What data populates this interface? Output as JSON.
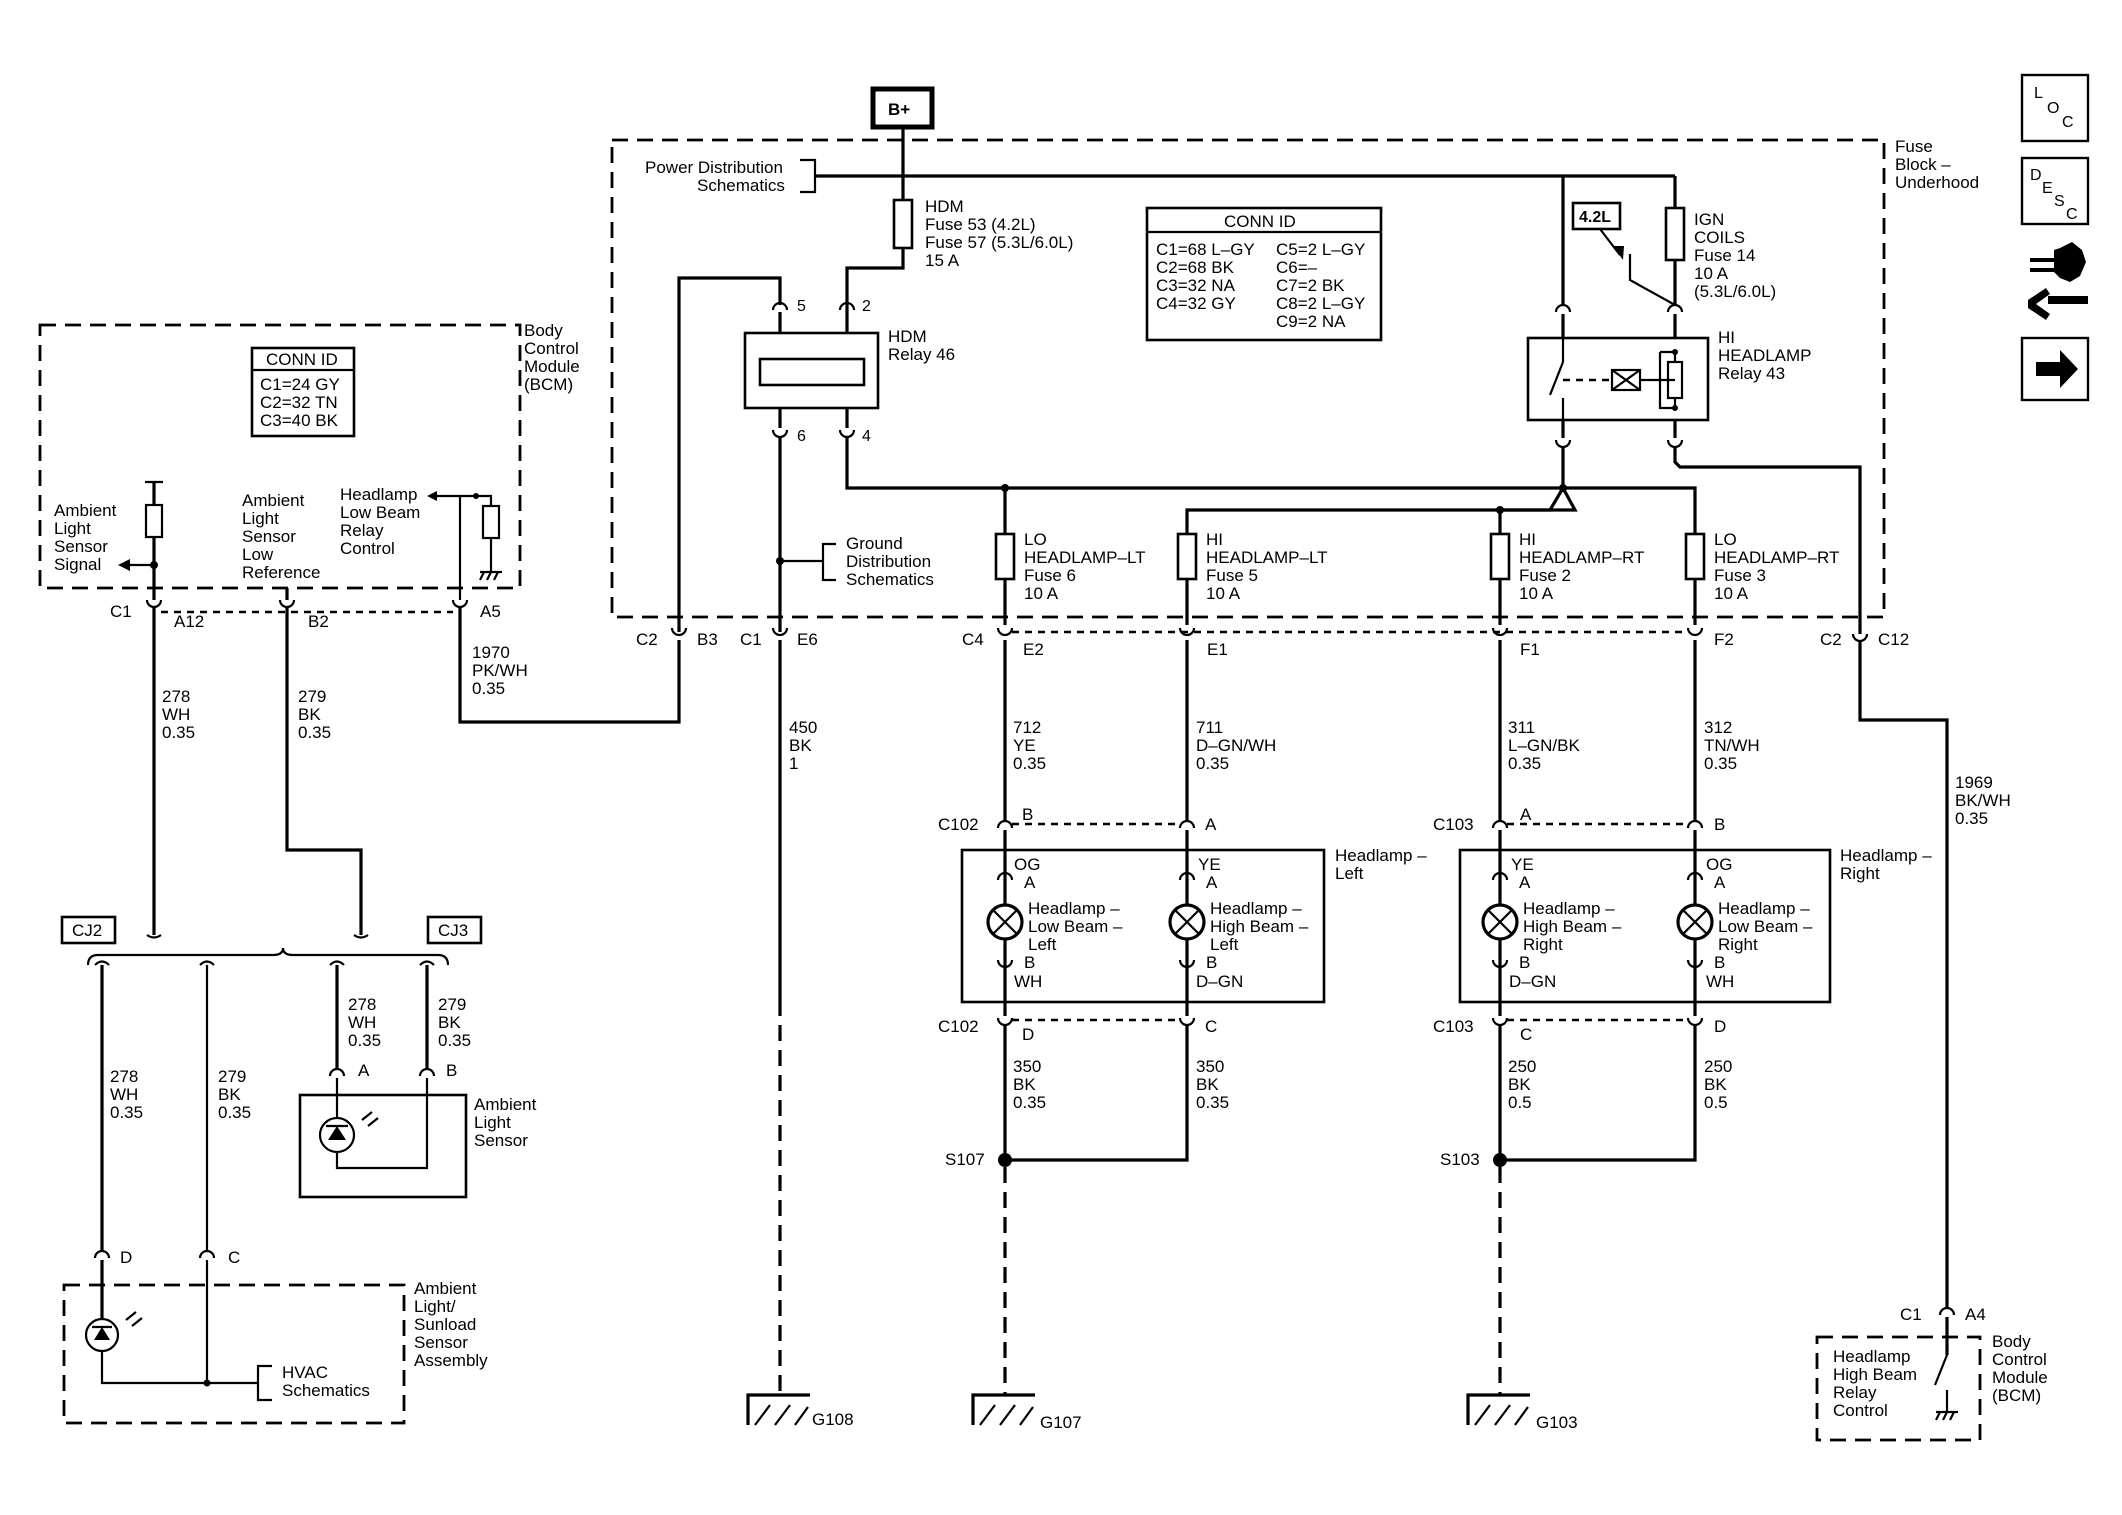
{
  "battery": {
    "label": "B+"
  },
  "power_dist": {
    "line1": "Power Distribution",
    "line2": "Schematics"
  },
  "fuse_block": {
    "line1": "Fuse",
    "line2": "Block –",
    "line3": "Underhood"
  },
  "hdm_fuse": {
    "line1": "HDM",
    "line2": "Fuse 53 (4.2L)",
    "line3": "Fuse 57 (5.3L/6.0L)",
    "line4": "15 A"
  },
  "conn_id_fuse": {
    "title": "CONN ID",
    "left": [
      "C1=68 L–GY",
      "C2=68 BK",
      "C3=32 NA",
      "C4=32 GY"
    ],
    "right": [
      "C5=2 L–GY",
      "C6=–",
      "C7=2 BK",
      "C8=2 L–GY",
      "C9=2 NA"
    ]
  },
  "conn_id_bcm": {
    "title": "CONN ID",
    "rows": [
      "C1=24 GY",
      "C2=32 TN",
      "C3=40 BK"
    ]
  },
  "bcm_top": {
    "line1": "Body",
    "line2": "Control",
    "line3": "Module",
    "line4": "(BCM)"
  },
  "bcm_bottom": {
    "line1": "Body",
    "line2": "Control",
    "line3": "Module",
    "line4": "(BCM)"
  },
  "bcm_hb_ctrl": {
    "line1": "Headlamp",
    "line2": "High Beam",
    "line3": "Relay",
    "line4": "Control"
  },
  "ign_fuse": {
    "line1": "IGN",
    "line2": "COILS",
    "line3": "Fuse 14",
    "line4": "10 A",
    "line5": "(5.3L/6.0L)"
  },
  "engine_tag": "4.2L",
  "hdm_relay": {
    "line1": "HDM",
    "line2": "Relay 46",
    "pin5": "5",
    "pin2": "2",
    "pin6": "6",
    "pin4": "4"
  },
  "hi_relay": {
    "line1": "HI",
    "line2": "HEADLAMP",
    "line3": "Relay 43"
  },
  "ground_dist": {
    "line1": "Ground",
    "line2": "Distribution",
    "line3": "Schematics"
  },
  "fuses": [
    {
      "line1": "LO",
      "line2": "HEADLAMP–LT",
      "line3": "Fuse 6",
      "line4": "10 A"
    },
    {
      "line1": "HI",
      "line2": "HEADLAMP–LT",
      "line3": "Fuse 5",
      "line4": "10 A"
    },
    {
      "line1": "HI",
      "line2": "HEADLAMP–RT",
      "line3": "Fuse 2",
      "line4": "10 A"
    },
    {
      "line1": "LO",
      "line2": "HEADLAMP–RT",
      "line3": "Fuse 3",
      "line4": "10 A"
    }
  ],
  "bcm_signals": {
    "amb_sig": {
      "line1": "Ambient",
      "line2": "Light",
      "line3": "Sensor",
      "line4": "Signal"
    },
    "amb_low": {
      "line1": "Ambient",
      "line2": "Light",
      "line3": "Sensor",
      "line4": "Low",
      "line5": "Reference"
    },
    "hl_low": {
      "line1": "Headlamp",
      "line2": "Low Beam",
      "line3": "Relay",
      "line4": "Control"
    }
  },
  "connectors": {
    "bcm_c1": "C1",
    "bcm_a12": "A12",
    "bcm_b2": "B2",
    "bcm_a5": "A5",
    "fb_c2": "C2",
    "fb_b3": "B3",
    "fb_c1": "C1",
    "fb_e6": "E6",
    "fb_c4": "C4",
    "fb_e2": "E2",
    "fb_e1": "E1",
    "fb_f1": "F1",
    "fb_f2": "F2",
    "fb_c2r": "C2",
    "fb_c12": "C12",
    "c102_top": "C102",
    "c102_b": "B",
    "c102_a": "A",
    "c103_top": "C103",
    "c103_a": "A",
    "c103_b": "B",
    "c102_bot": "C102",
    "c102_d": "D",
    "c102_c": "C",
    "c103_bot": "C103",
    "c103_c": "C",
    "c103_d": "D",
    "cj2": "CJ2",
    "cj3": "CJ3",
    "als_a": "A",
    "als_b": "B",
    "sun_d": "D",
    "sun_c": "C",
    "bcm2_c1": "C1",
    "bcm2_a4": "A4"
  },
  "wires": {
    "w278a": {
      "line1": "278",
      "line2": "WH",
      "line3": "0.35"
    },
    "w279a": {
      "line1": "279",
      "line2": "BK",
      "line3": "0.35"
    },
    "w1970": {
      "line1": "1970",
      "line2": "PK/WH",
      "line3": "0.35"
    },
    "w450": {
      "line1": "450",
      "line2": "BK",
      "line3": "1"
    },
    "w712": {
      "line1": "712",
      "line2": "YE",
      "line3": "0.35"
    },
    "w711": {
      "line1": "711",
      "line2": "D–GN/WH",
      "line3": "0.35"
    },
    "w311": {
      "line1": "311",
      "line2": "L–GN/BK",
      "line3": "0.35"
    },
    "w312": {
      "line1": "312",
      "line2": "TN/WH",
      "line3": "0.35"
    },
    "w1969": {
      "line1": "1969",
      "line2": "BK/WH",
      "line3": "0.35"
    },
    "w278b": {
      "line1": "278",
      "line2": "WH",
      "line3": "0.35"
    },
    "w279b": {
      "line1": "279",
      "line2": "BK",
      "line3": "0.35"
    },
    "w278c": {
      "line1": "278",
      "line2": "WH",
      "line3": "0.35"
    },
    "w279c": {
      "line1": "279",
      "line2": "BK",
      "line3": "0.35"
    },
    "w350a": {
      "line1": "350",
      "line2": "BK",
      "line3": "0.35"
    },
    "w350b": {
      "line1": "350",
      "line2": "BK",
      "line3": "0.35"
    },
    "w250a": {
      "line1": "250",
      "line2": "BK",
      "line3": "0.5"
    },
    "w250b": {
      "line1": "250",
      "line2": "BK",
      "line3": "0.5"
    }
  },
  "lamps": {
    "left_label": {
      "line1": "Headlamp –",
      "line2": "Left"
    },
    "right_label": {
      "line1": "Headlamp –",
      "line2": "Right"
    },
    "ll_low": {
      "top_color": "OG",
      "top_pin": "A",
      "line1": "Headlamp –",
      "line2": "Low Beam –",
      "line3": "Left",
      "bot_pin": "B",
      "bot_color": "WH"
    },
    "ll_high": {
      "top_color": "YE",
      "top_pin": "A",
      "line1": "Headlamp –",
      "line2": "High Beam –",
      "line3": "Left",
      "bot_pin": "B",
      "bot_color": "D–GN"
    },
    "rt_high": {
      "top_color": "YE",
      "top_pin": "A",
      "line1": "Headlamp –",
      "line2": "High Beam –",
      "line3": "Right",
      "bot_pin": "B",
      "bot_color": "D–GN"
    },
    "rt_low": {
      "top_color": "OG",
      "top_pin": "A",
      "line1": "Headlamp –",
      "line2": "Low Beam –",
      "line3": "Right",
      "bot_pin": "B",
      "bot_color": "WH"
    }
  },
  "splices": {
    "s107": "S107",
    "s103": "S103"
  },
  "grounds": {
    "g108": "G108",
    "g107": "G107",
    "g103": "G103"
  },
  "ambient_sensor": {
    "line1": "Ambient",
    "line2": "Light",
    "line3": "Sensor"
  },
  "sunload": {
    "line1": "Ambient",
    "line2": "Light/",
    "line3": "Sunload",
    "line4": "Sensor",
    "line5": "Assembly"
  },
  "hvac": {
    "line1": "HVAC",
    "line2": "Schematics"
  },
  "nav": {
    "loc": {
      "a": "L",
      "b": "O",
      "c": "C"
    },
    "desc": {
      "a": "D",
      "b": "E",
      "c": "S",
      "d": "C"
    }
  }
}
